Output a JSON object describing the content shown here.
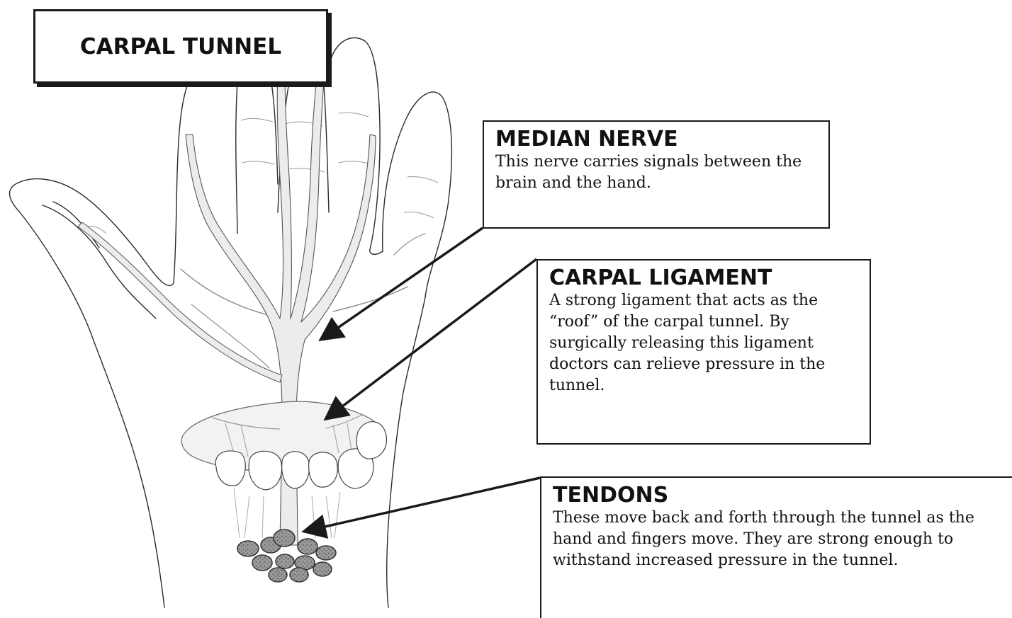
{
  "title": "CARPAL TUNNEL",
  "labels": {
    "median": {
      "title": "MEDIAN NERVE",
      "desc": "This nerve carries signals between the brain and the hand."
    },
    "ligament": {
      "title": "CARPAL LIGAMENT",
      "desc": "A strong ligament that acts as the “roof” of the carpal tunnel. By surgically releasing this ligament doctors can relieve pressure in the tunnel."
    },
    "tendons": {
      "title": "TENDONS",
      "desc": "These move back and forth through the tunnel as the hand and fingers move. They are strong enough to withstand increased pressure in the tunnel."
    }
  },
  "colors": {
    "outline": "#1a1a1a",
    "nerve_fill": "#ececec",
    "tendon_fill": "#8c8c8c"
  }
}
